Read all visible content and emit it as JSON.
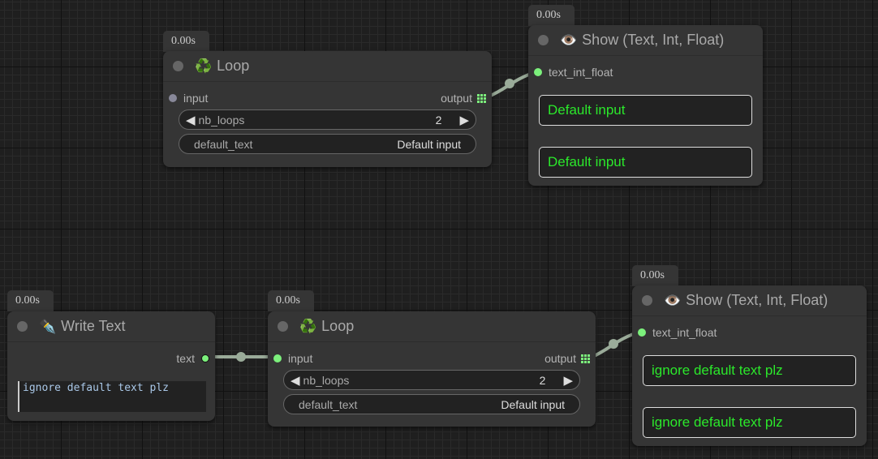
{
  "nodes": {
    "loop1": {
      "time": "0.00s",
      "icon": "recycle-icon",
      "emoji": "♻️",
      "title": "Loop",
      "input": "input",
      "output": "output",
      "nb_loops_label": "nb_loops",
      "nb_loops": "2",
      "default_text_label": "default_text",
      "default_text": "Default input"
    },
    "show1": {
      "time": "0.00s",
      "emoji": "👁️",
      "title": "Show (Text, Int, Float)",
      "input": "text_int_float",
      "outputs": [
        "Default input",
        "Default input"
      ]
    },
    "write": {
      "time": "0.00s",
      "emoji": "✒️",
      "title": "Write Text",
      "output": "text",
      "text": "ignore default text plz"
    },
    "loop2": {
      "time": "0.00s",
      "emoji": "♻️",
      "title": "Loop",
      "input": "input",
      "output": "output",
      "nb_loops_label": "nb_loops",
      "nb_loops": "2",
      "default_text_label": "default_text",
      "default_text": "Default input"
    },
    "show2": {
      "time": "0.00s",
      "emoji": "👁️",
      "title": "Show (Text, Int, Float)",
      "input": "text_int_float",
      "outputs": [
        "ignore default text plz",
        "ignore default text plz"
      ]
    }
  },
  "colors": {
    "link": "#9aab99",
    "slot_connected": "#7cf07c",
    "output_text": "#2be82b"
  }
}
